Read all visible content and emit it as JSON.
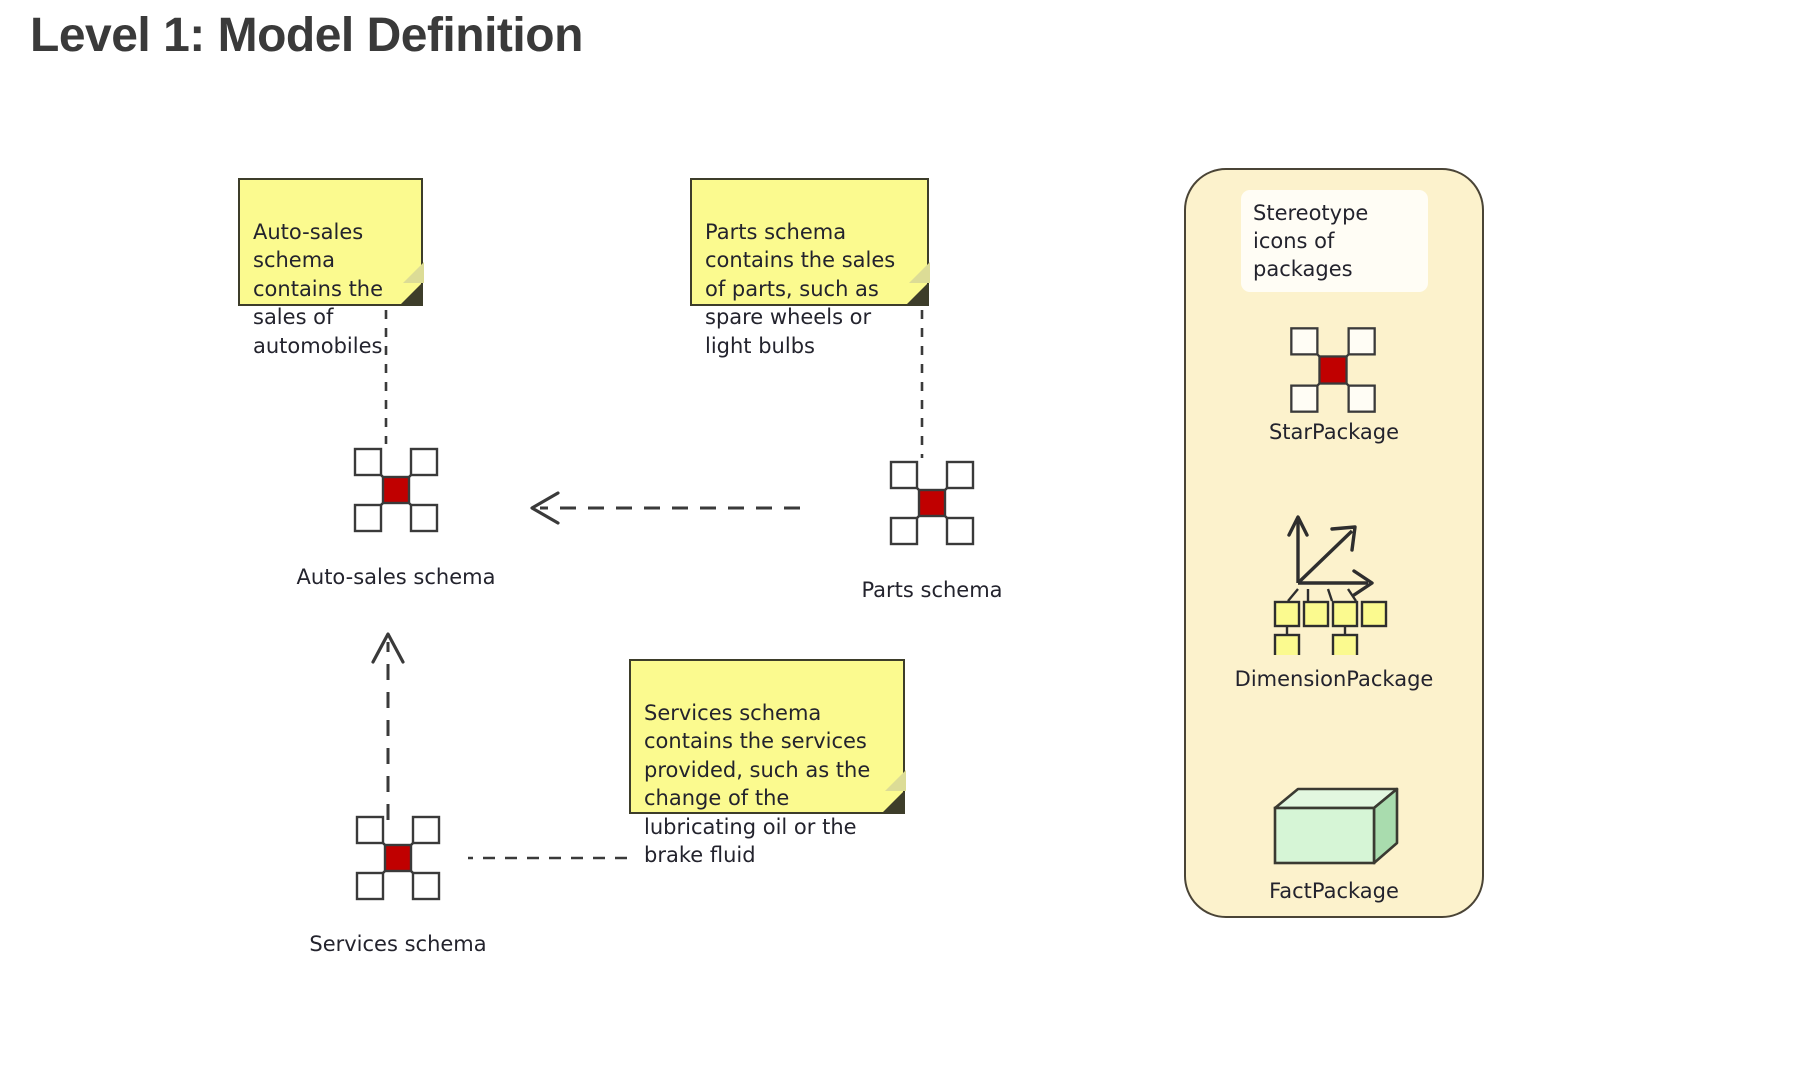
{
  "page": {
    "title": "Level 1: Model Definition",
    "background": "#ffffff",
    "title_color": "#3a3a3a"
  },
  "colors": {
    "note_fill": "#fbfa8f",
    "note_border": "#3d3d2a",
    "legend_fill": "#fcf2cc",
    "legend_border": "#4a4436",
    "fact_front": "#d6f5d6",
    "fact_top": "#e2f7e0",
    "fact_side": "#a9dcae",
    "star_center": "#c00000",
    "star_node": "#ffffff",
    "dimension_node": "#fbfa8f",
    "line": "#3a3a3a",
    "text": "#23232d"
  },
  "notes": [
    {
      "id": "note-auto",
      "name": "note-auto-sales",
      "text": "Auto-sales schema contains the sales of automobiles"
    },
    {
      "id": "note-parts",
      "name": "note-parts",
      "text": "Parts schema contains the sales of parts, such as spare wheels or light bulbs"
    },
    {
      "id": "note-services",
      "name": "note-services",
      "text": "Services schema contains the services provided, such as the change of the lubricating oil or the brake fluid"
    }
  ],
  "nodes": [
    {
      "id": "auto-sales",
      "label": "Auto-sales schema",
      "stereotype": "StarPackage"
    },
    {
      "id": "parts",
      "label": "Parts schema",
      "stereotype": "StarPackage"
    },
    {
      "id": "services",
      "label": "Services schema",
      "stereotype": "StarPackage"
    }
  ],
  "connectors": [
    {
      "name": "dependency-parts-to-auto-sales",
      "style": "dashed",
      "arrow": "open",
      "direction": "left"
    },
    {
      "name": "dependency-services-to-auto-sales",
      "style": "dashed",
      "arrow": "open",
      "direction": "up"
    },
    {
      "name": "anchor-note-auto-sales",
      "style": "dashed",
      "arrow": "none"
    },
    {
      "name": "anchor-note-parts",
      "style": "dashed",
      "arrow": "none"
    },
    {
      "name": "anchor-note-services",
      "style": "dashed",
      "arrow": "none"
    }
  ],
  "legend": {
    "caption": "Stereotype icons of packages",
    "items": [
      {
        "id": "star",
        "label": "StarPackage",
        "icon": "star-package-icon"
      },
      {
        "id": "dimension",
        "label": "DimensionPackage",
        "icon": "dimension-package-icon"
      },
      {
        "id": "fact",
        "label": "FactPackage",
        "icon": "fact-package-icon"
      }
    ]
  }
}
